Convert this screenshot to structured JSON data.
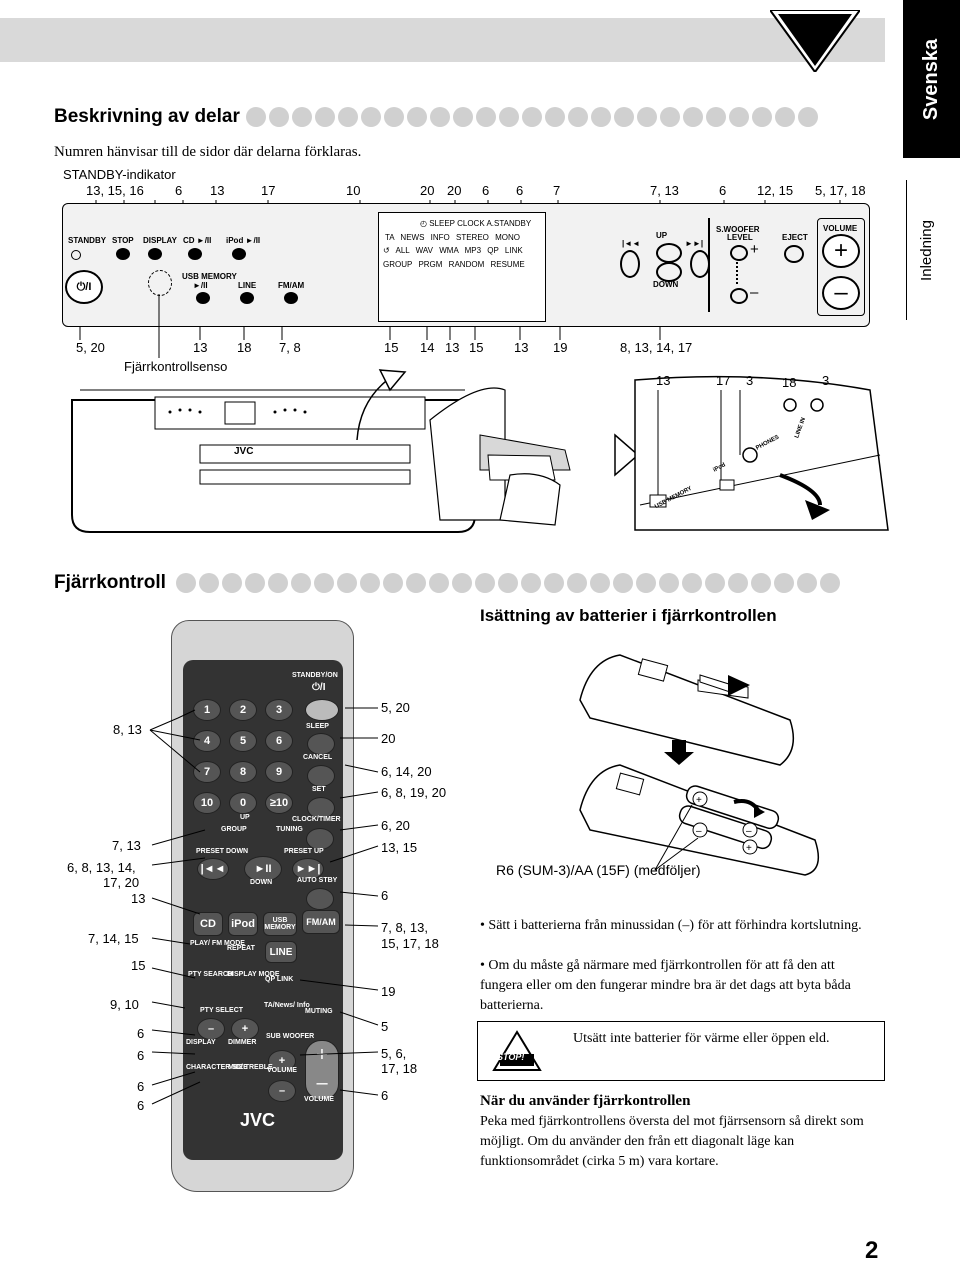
{
  "header": {
    "language_tab": "Svenska",
    "section_tab": "Inledning",
    "page_number": "2"
  },
  "parts_section": {
    "title": "Beskrivning av delar",
    "subtitle": "Numren hänvisar till de sidor där delarna förklaras.",
    "standby_indicator": "STANDBY-indikator",
    "top_refs": [
      "13, 15, 16",
      "6",
      "13",
      "17",
      "10",
      "20",
      "20",
      "6",
      "6",
      "7",
      "7, 13",
      "6",
      "12, 15",
      "5, 17, 18"
    ],
    "bottom_refs": [
      "5, 20",
      "13",
      "18",
      "7, 8",
      "15",
      "14",
      "13",
      "15",
      "13",
      "19",
      "8, 13, 14, 17"
    ],
    "remote_sensor": "Fjärrkontrollsenso",
    "side_refs": [
      "13",
      "17",
      "3",
      "18",
      "3"
    ],
    "panel_labels": {
      "standby": "STANDBY",
      "stop": "STOP",
      "display": "DISPLAY",
      "cd": "CD ►/II",
      "ipod": "iPod ►/II",
      "usb_memory": "USB MEMORY",
      "usb_play": "►/II",
      "line": "LINE",
      "fm_am": "FM/AM",
      "power": "⏻/I",
      "up": "UP",
      "down": "DOWN",
      "s_woofer": "S.WOOFER",
      "level": "LEVEL",
      "eject": "EJECT",
      "volume": "VOLUME",
      "lcd_row1": [
        "SLEEP",
        "CLOCK",
        "A.STANDBY"
      ],
      "lcd_row2": [
        "TA",
        "NEWS",
        "INFO",
        "STEREO",
        "MONO"
      ],
      "lcd_row3": [
        "ALL",
        "WAV",
        "WMA",
        "MP3",
        "QP LINK"
      ],
      "lcd_row4": [
        "GROUP",
        "PRGM",
        "RANDOM",
        "RESUME"
      ]
    },
    "side_panel_labels": {
      "usb_memory": "USB MEMORY",
      "ipod": "iPod",
      "phones": "PHONES",
      "line_in": "LINE IN"
    },
    "brand": "JVC"
  },
  "remote_section": {
    "title": "Fjärrkontroll",
    "battery_title": "Isättning av batterier i fjärrkontrollen",
    "left_refs": [
      "8, 13",
      "7, 13",
      "6, 8, 13, 14,",
      "17, 20",
      "13",
      "7, 14, 15",
      "15",
      "9, 10",
      "6",
      "6",
      "6",
      "6"
    ],
    "right_refs": [
      "5, 20",
      "20",
      "6, 14, 20",
      "6, 8, 19, 20",
      "6, 20",
      "13, 15",
      "6",
      "7, 8, 13,",
      "15, 17, 18",
      "19",
      "5",
      "5, 6,",
      "17, 18",
      "6"
    ],
    "remote_labels": {
      "standby_on": "STANDBY/ON",
      "power": "⏻/I",
      "sleep": "SLEEP",
      "cancel": "CANCEL",
      "set": "SET",
      "keys": [
        "1",
        "2",
        "3",
        "4",
        "5",
        "6",
        "7",
        "8",
        "9",
        "10",
        "0",
        "≥10"
      ],
      "up": "UP",
      "group": "GROUP",
      "tuning": "TUNING",
      "clock_timer": "CLOCK/TIMER",
      "preset_down": "PRESET DOWN",
      "preset_up": "PRESET UP",
      "down": "DOWN",
      "auto_stby": "AUTO STBY",
      "cd": "CD",
      "ipod": "iPod",
      "usb_memory": "USB MEMORY",
      "fm_am": "FM/AM",
      "play_fm_mode": "PLAY/ FM MODE",
      "repeat": "REPEAT",
      "line": "LINE",
      "pty_search": "PTY SEARCH",
      "display_mode": "DISPLAY MODE",
      "qp_link": "QP LINK",
      "pty_select": "PTY SELECT",
      "ta_news_info": "TA/News/ Info",
      "muting": "MUTING",
      "display": "DISPLAY",
      "dimmer": "DIMMER",
      "sub_woofer": "SUB WOOFER",
      "character_size": "CHARACTER SIZE",
      "mid_treble": "MID/ TREBLE",
      "volume": "VOLUME",
      "brand": "JVC"
    },
    "battery_label": "R6 (SUM-3)/AA (15F) (medföljer)",
    "bullets": [
      "Sätt i batterierna från minussidan (–) för att förhindra kortslutning.",
      "Om du måste gå närmare med fjärrkontrollen för att få den att fungera eller om den fungerar mindre bra är det dags att byta båda batterierna."
    ],
    "warning": "Utsätt inte batterier för värme eller öppen eld.",
    "warning_icon_text": "STOP!",
    "usage_title": "När du använder fjärrkontrollen",
    "usage_text": "Peka med fjärrkontrollens översta del mot fjärrsensorn så direkt som möjligt. Om du använder den från ett diagonalt läge kan funktionsområdet (cirka 5 m) vara kortare."
  }
}
